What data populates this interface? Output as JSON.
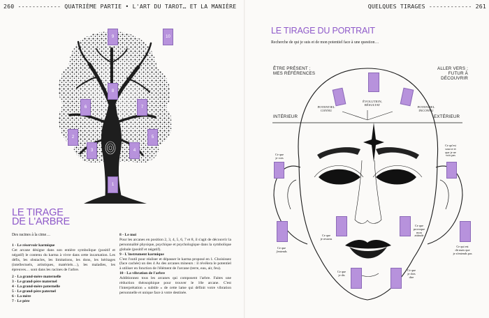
{
  "left_page": {
    "running_head": "260 ------------ QUATRIÈME PARTIE • L'ART DU TAROT… ET LA MANIÈRE",
    "title_line1": "LE TIRAGE",
    "title_line2": "DE L'ARBRE",
    "intro": "Des racines à la cime…",
    "cards": [
      "1",
      "2",
      "3",
      "4",
      "5",
      "6",
      "7",
      "8",
      "9",
      "10"
    ],
    "col1": {
      "h1": "1 - Le réservoir karmique",
      "p1": "Cet arcane désigne dans son entière symbolique (positif et négatif) le contenu du karma à vivre dans cette incarnation. Les défis, les obstacles, les limitations, les dons, les héritages (intellectuels, artistiques, matériels…), les maladies, les épreuves… sont dans les racines de l'arbre.",
      "l2": "2 - La grand-mère maternelle",
      "l3": "3 - Le grand-père maternel",
      "l4": "4 - La grand-mère paternelle",
      "l5": "5 - Le grand-père paternel",
      "l6": "6 - La mère",
      "l7": "7 - Le père"
    },
    "col2": {
      "h8": "8 - Le moi",
      "p8": "Pour les arcanes en position 2, 3, 4, 5, 6, 7 et 8, il s'agit de découvrir la personnalité physique, psychique et psychologique dans la symbolique globale (positif et négatif).",
      "h9": "9 - L'instrument karmique",
      "p9": "C'est l'outil pour réaliser et dépasser le karma proposé en 1. Choisissez (face cachée) un des 4 As des arcanes mineurs : il révélera le potentiel à utiliser en fonction de l'élément de l'arcane (terre, eau, air, feu).",
      "h10": "10 - La vibration de l'arbre",
      "p10": "Additionnez tous les arcanes qui composent l'arbre. Faites une réduction théosophique pour trouver le 10e arcane. C'est l'interprétation « subtile » de cette lame qui définit votre vibration personnelle et unique face à votre destinée."
    }
  },
  "right_page": {
    "running_head": "QUELQUES TIRAGES ------------ 261",
    "title": "LE TIRAGE DU PORTRAIT",
    "intro": "Recherche de qui je suis et de mon potentiel face à une question…",
    "present_l1": "ÊTRE PRÉSENT ;",
    "present_l2": "MES RÉFÉRENCES",
    "future_l1": "ALLER VERS ;",
    "future_l2": "FUTUR À",
    "future_l3": "DÉCOUVRIR",
    "interieur": "INTÉRIEUR",
    "exterieur": "EXTÉRIEUR",
    "pot_connu_l1": "POTENTIEL",
    "pot_connu_l2": "CONNU",
    "evolution_l1": "ÉVOLUTION,",
    "evolution_l2": "RÉSULTAT",
    "pot_inconnu_l1": "POTENTIEL",
    "pot_inconnu_l2": "INCONNU",
    "lbl_vois_l1": "Ce que",
    "lbl_vois_l2": "je vois",
    "lbl_voient_l1": "Ce qu'est",
    "lbl_voient_l2": "source et",
    "lbl_voient_l3": "que je ne",
    "lbl_voient_l4": "vois pas",
    "lbl_entends_l1": "Ce que",
    "lbl_entends_l2": "j'entends",
    "lbl_ressens_l1": "Ce que",
    "lbl_ressens_l2": "je ressens",
    "lbl_attitude_l1": "Ce que",
    "lbl_attitude_l2": "provoque",
    "lbl_attitude_l3": "mon",
    "lbl_attitude_l4": "attitude",
    "lbl_dit_l1": "Ce qui est",
    "lbl_dit_l2": "dit mais que",
    "lbl_dit_l3": "je n'entends pas",
    "lbl_dis_l1": "Ce que",
    "lbl_dis_l2": "je dis",
    "lbl_dois_l1": "Ce que",
    "lbl_dois_l2": "je dois",
    "lbl_dois_l3": "dire"
  },
  "colors": {
    "accent": "#8e59c9",
    "card": "#b792dc",
    "ink": "#1a1a1a"
  }
}
